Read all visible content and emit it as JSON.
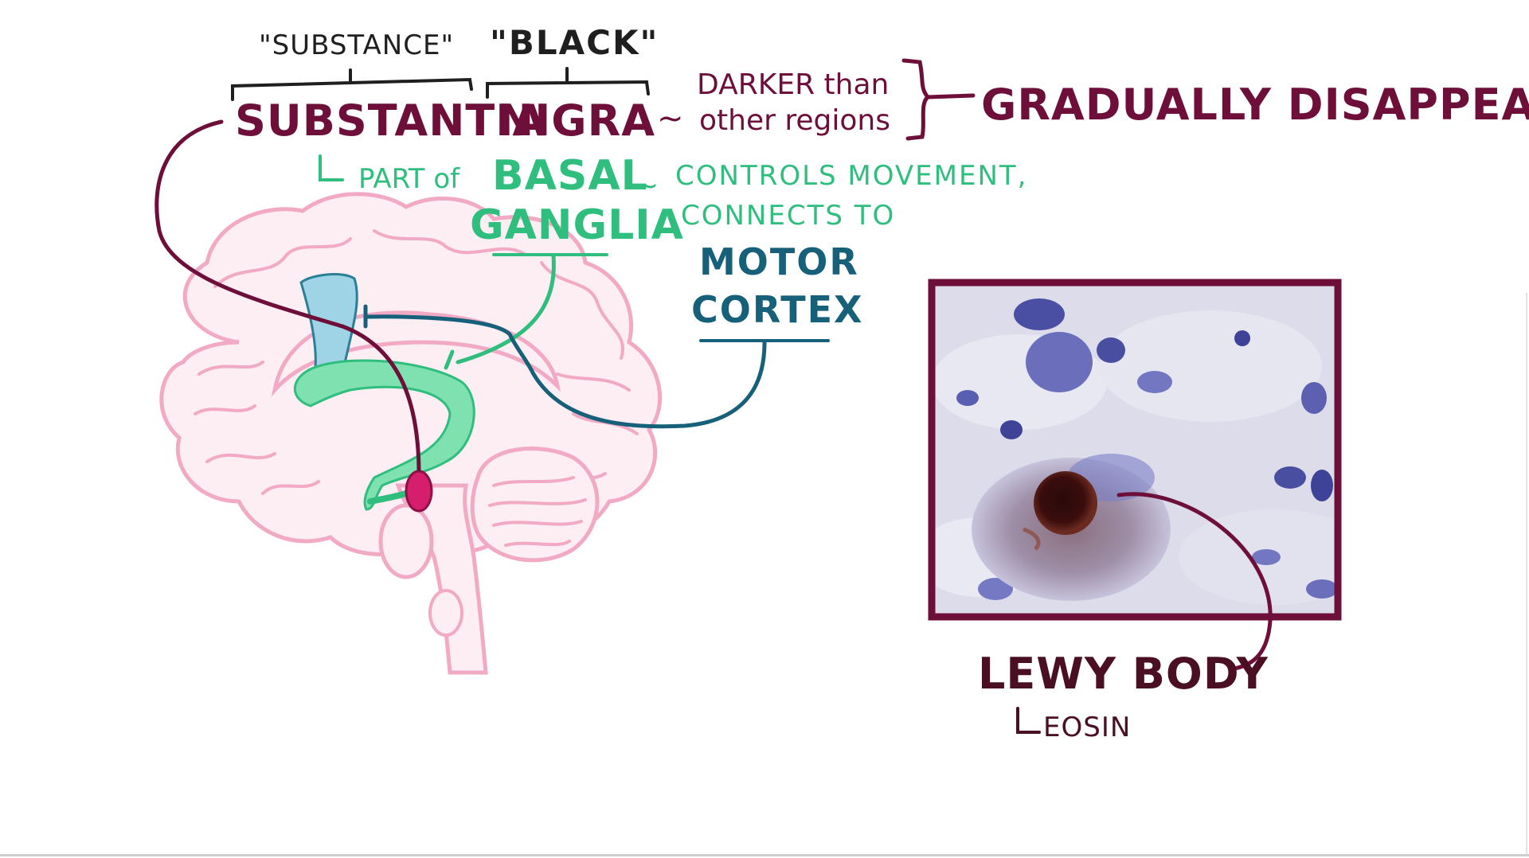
{
  "labels": {
    "substance_quote": "\"SUBSTANCE\"",
    "black_quote": "\"BLACK\"",
    "substantia": "SUBSTANTIA",
    "nigra": "NIGRA",
    "tilde": "~",
    "darker_line1": "DARKER than",
    "darker_line2": "other regions",
    "gradually_disappears": "GRADUALLY DISAPPEARS",
    "part_of": "PART of",
    "basal": "BASAL",
    "ganglia": "GANGLIA",
    "controls_movement": "CONTROLS MOVEMENT,",
    "connects_to": "CONNECTS TO",
    "motor": "MOTOR",
    "cortex": "CORTEX",
    "lewy_body": "LEWY BODY",
    "eosin": "EOSIN"
  },
  "colors": {
    "maroon": "#6e0f3a",
    "green": "#2fbe7e",
    "teal": "#17607a",
    "brain_outline": "#f1a9c4",
    "brain_fill": "#fdeef4",
    "basal_fill": "#7fe0b0",
    "ventricle_fill": "#9fd3e6",
    "nigra_fill": "#d61f6c",
    "text_dark": "#1f1f1f"
  },
  "icons": {
    "brain": "brain-sagittal-icon",
    "micrograph": "lewy-body-micrograph"
  }
}
